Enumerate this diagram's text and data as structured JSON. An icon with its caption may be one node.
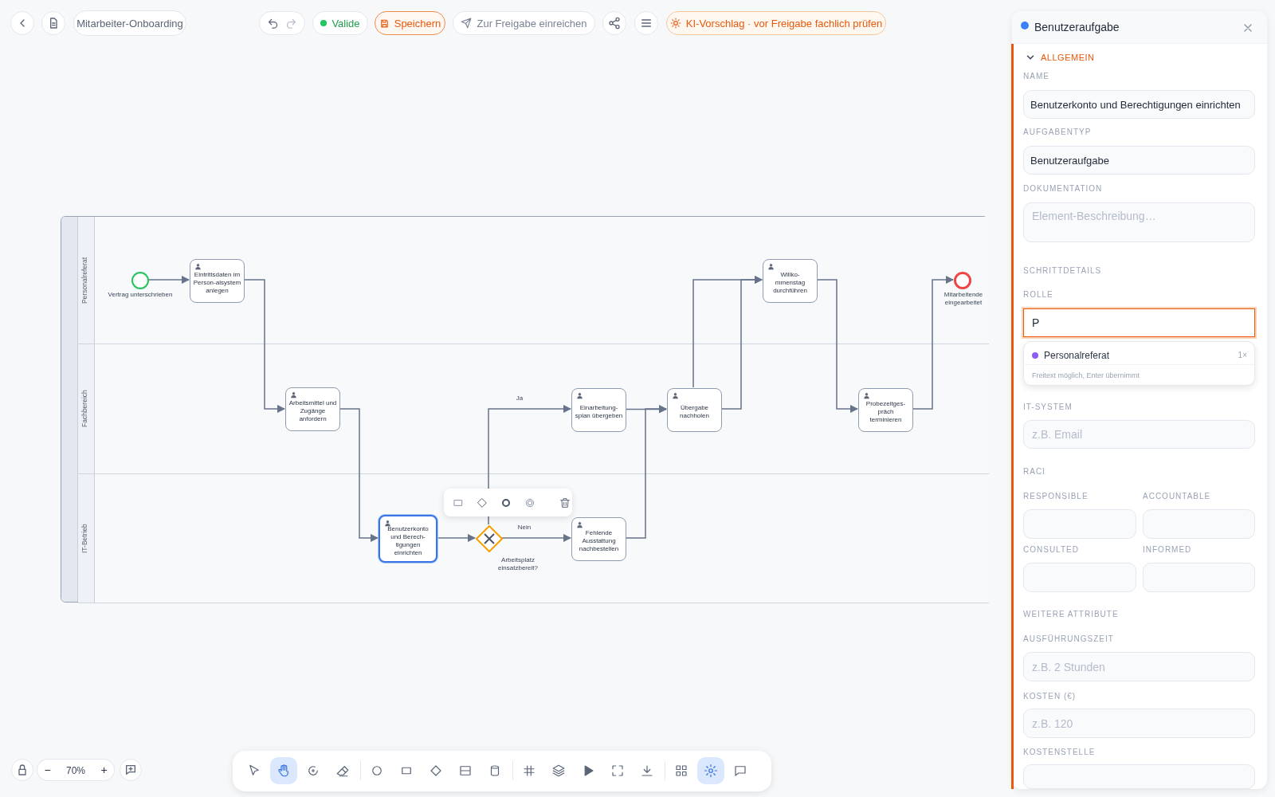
{
  "diagram": {
    "nodes": [
      {
        "text": [],
        "shape": "box"
      },
      {
        "text": [
          "Personalreferat"
        ],
        "in": 0
      },
      {
        "text": [
          "Fachbereich"
        ],
        "in": 0
      },
      {
        "text": [
          "IT-Betrieb"
        ],
        "in": 0
      },
      {
        "text": [],
        "shape": "circle",
        "in": 1,
        "beside": [
          "Vertrag unterschrieben"
        ]
      },
      {
        "text": [
          "Eintrittsdaten im Person-alsystem anlegen"
        ],
        "in": 1
      },
      {
        "text": [
          "Arbeitsmittel und Zugänge anfordern"
        ],
        "in": 2
      },
      {
        "text": [
          "Benutzerkonto und Berech-tigungen einrichten"
        ],
        "in": 3
      },
      {
        "text": [],
        "shape": "diamond",
        "in": 3,
        "beside": [
          "Arbeitsplatz einsatzbereit?"
        ]
      },
      {
        "text": [
          "Einarbeitung-splan übergeben"
        ],
        "in": 2
      },
      {
        "text": [
          "Fehlende Ausstattung nachbestellen"
        ],
        "in": 3
      },
      {
        "text": [
          "Übergabe nachholen"
        ],
        "in": 2
      },
      {
        "text": [
          "Willko-mmenstag durchführen"
        ],
        "in": 1
      },
      {
        "text": [
          "Probezeitges-präch terminieren"
        ],
        "in": 2
      },
      {
        "text": [],
        "shape": "circle",
        "in": 1,
        "beside": [
          "Mitarbeitende eingearbeitet"
        ]
      }
    ],
    "edges": [
      {
        "from": 4,
        "to": 5,
        "arrow": "to"
      },
      {
        "from": 5,
        "to": 6,
        "arrow": "to"
      },
      {
        "from": 6,
        "to": 7,
        "arrow": "to"
      },
      {
        "from": 7,
        "to": 8,
        "arrow": "to"
      },
      {
        "from": 8,
        "to": 9,
        "arrow": "to",
        "label": "Ja"
      },
      {
        "from": 8,
        "to": 10,
        "arrow": "to",
        "label": "Nein"
      },
      {
        "from": 9,
        "to": 11,
        "arrow": "to"
      },
      {
        "from": 10,
        "to": 11,
        "arrow": "to"
      },
      {
        "from": 11,
        "to": 12,
        "arrow": "to"
      },
      {
        "from": 11,
        "to": 12,
        "arrow": "to"
      },
      {
        "from": 12,
        "to": 13,
        "arrow": "to"
      },
      {
        "from": 13,
        "to": 14,
        "arrow": "to"
      }
    ],
    "labels": [
      "Mitarbeiter-Onboarding",
      "Valide",
      "Speichern",
      "Zur Freigabe einreichen",
      "KI-Vorschlag · vor Freigabe fachlich prüfen",
      "Benutzeraufgabe",
      "ALLGEMEIN",
      "NAME",
      "Benutzerkonto und Berechtigungen einrichten",
      "AUFGABENTYP",
      "Benutzeraufgabe",
      "DOKUMENTATION",
      "Element-Beschreibung…",
      "SCHRITTDETAILS",
      "ROLLE",
      "P",
      "Personalreferat",
      "1×",
      "Freitext möglich, Enter übernimmt",
      "IT-SYSTEM",
      "z.B. Email",
      "RACI",
      "RESPONSIBLE",
      "ACCOUNTABLE",
      "CONSULTED",
      "INFORMED",
      "WEITERE ATTRIBUTE",
      "AUSFÜHRUNGSZEIT",
      "z.B. 2 Stunden",
      "KOSTEN (€)",
      "z.B. 120",
      "KOSTENSTELLE",
      "70%",
      "−",
      "+"
    ]
  }
}
